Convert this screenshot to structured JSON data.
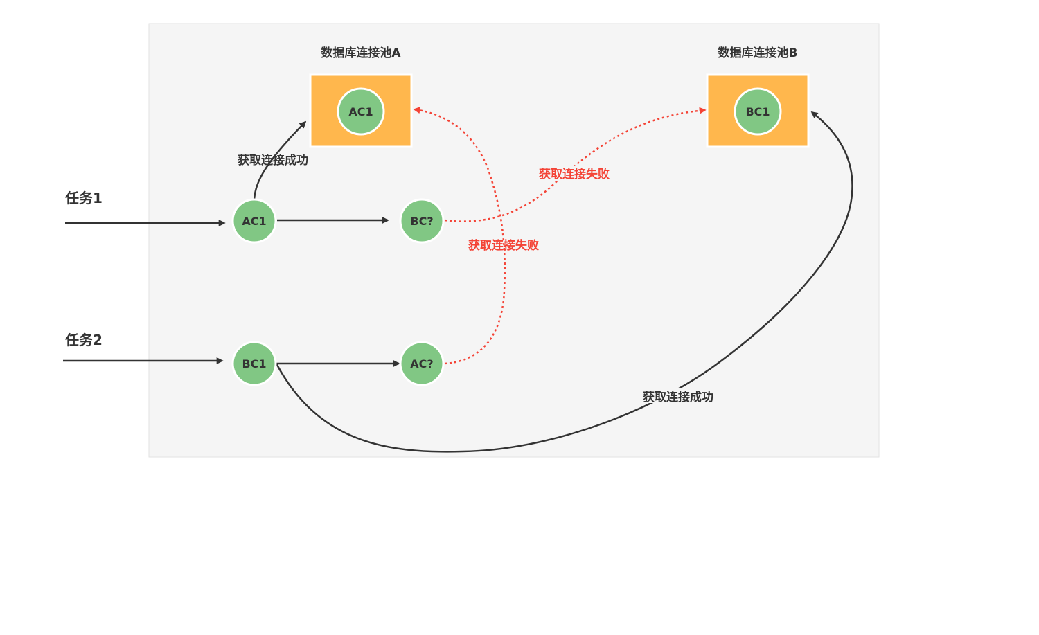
{
  "pools": {
    "a": {
      "title": "数据库连接池A",
      "conn": "AC1"
    },
    "b": {
      "title": "数据库连接池B",
      "conn": "BC1"
    }
  },
  "tasks": {
    "t1": {
      "label": "任务1",
      "holds": "AC1",
      "waits": "BC?"
    },
    "t2": {
      "label": "任务2",
      "holds": "BC1",
      "waits": "AC?"
    }
  },
  "edges": {
    "t1_success": "获取连接成功",
    "t1_fail": "获取连接失败",
    "t2_fail": "获取连接失败",
    "t2_success": "获取连接成功"
  },
  "colors": {
    "panel": "#f5f5f5",
    "pool": "#ffb74d",
    "node": "#81c784",
    "solid_arrow": "#333333",
    "fail_arrow": "#f44336"
  }
}
